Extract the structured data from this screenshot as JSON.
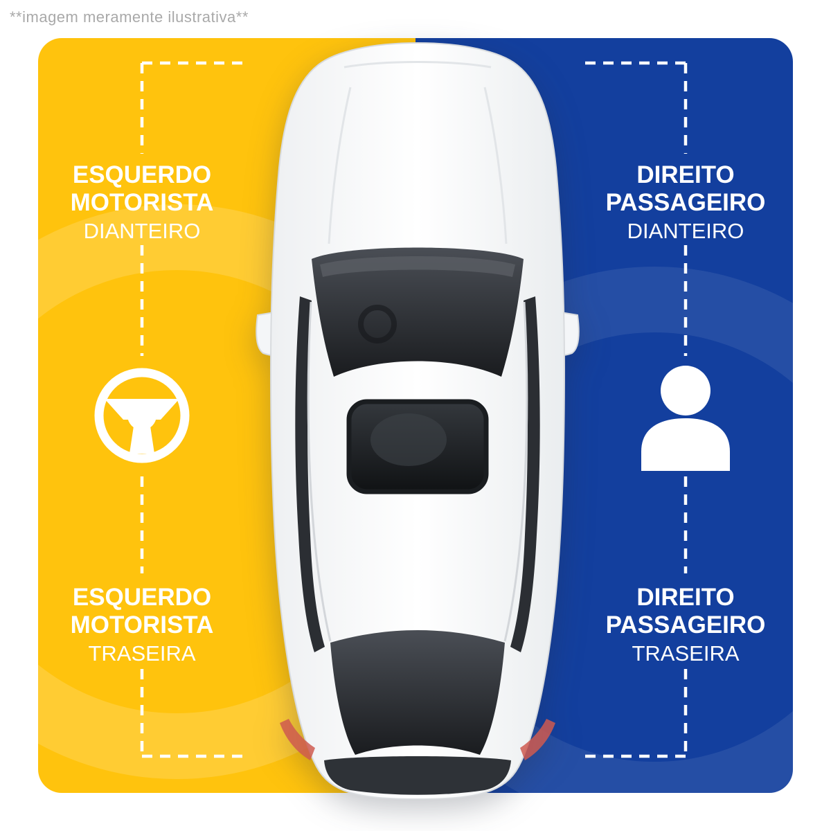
{
  "disclaimer": "**imagem meramente ilustrativa**",
  "colors": {
    "left_panel_yellow": "#FFC30D",
    "right_panel_blue": "#133F9E",
    "label_text": "#FFFFFF",
    "disclaimer_gray": "#A9A9A9",
    "dashed_line": "#FFFFFF",
    "car_glass_dark": "#2B2E33"
  },
  "left_panel": {
    "icon": "steering-wheel-icon",
    "front_label": {
      "line1": "ESQUERDO",
      "line2": "MOTORISTA",
      "line3": "DIANTEIRO"
    },
    "rear_label": {
      "line1": "ESQUERDO",
      "line2": "MOTORISTA",
      "line3": "TRASEIRA"
    }
  },
  "right_panel": {
    "icon": "passenger-icon",
    "front_label": {
      "line1": "DIREITO",
      "line2": "PASSAGEIRO",
      "line3": "DIANTEIRO"
    },
    "rear_label": {
      "line1": "DIREITO",
      "line2": "PASSAGEIRO",
      "line3": "TRASEIRA"
    }
  }
}
